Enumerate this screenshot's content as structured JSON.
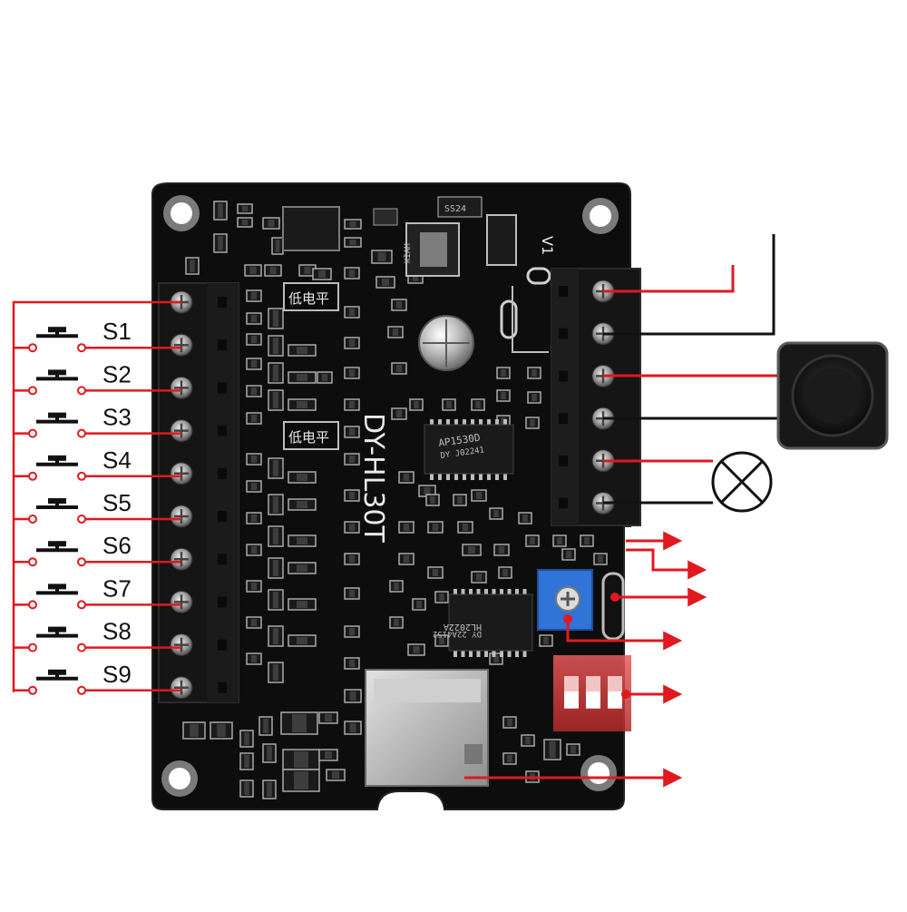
{
  "board": {
    "model": "DY-HL30T",
    "volume_label": "V1",
    "low_level_label_1": "低电平",
    "low_level_label_2": "低电平",
    "chip_amp_line1": "AP1530D",
    "chip_amp_line2": "DY J02241",
    "chip_mcu_line1": "HL2022A",
    "chip_mcu_line2": "DY 22A4152",
    "diode_label": "SS24",
    "top_chip_label": "KIAM"
  },
  "switches": [
    {
      "label": "S1"
    },
    {
      "label": "S2"
    },
    {
      "label": "S3"
    },
    {
      "label": "S4"
    },
    {
      "label": "S5"
    },
    {
      "label": "S6"
    },
    {
      "label": "S7"
    },
    {
      "label": "S8"
    },
    {
      "label": "S9"
    }
  ],
  "colors": {
    "board": "#0d0d0d",
    "wire_red": "#e0191e",
    "wire_black": "#111111",
    "terminal": "#151515",
    "potentiometer": "#2f74d6",
    "dip_switch": "#d94444",
    "sd_slot": "#bcbcbc"
  },
  "icons": {
    "speaker": "speaker-icon",
    "lamp": "lamp-icon",
    "push_button": "push-button-icon"
  }
}
